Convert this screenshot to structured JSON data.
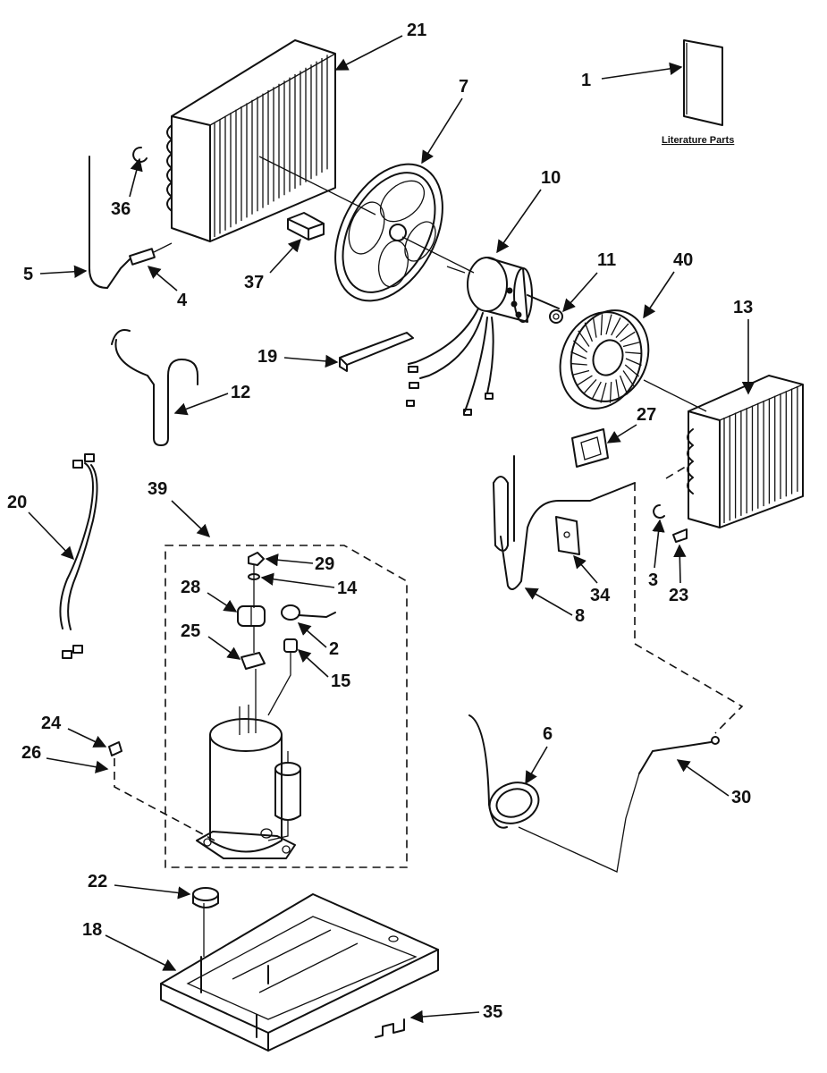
{
  "literature_label": "Literature Parts",
  "callouts": [
    {
      "number": "1"
    },
    {
      "number": "21"
    },
    {
      "number": "7"
    },
    {
      "number": "36"
    },
    {
      "number": "5"
    },
    {
      "number": "4"
    },
    {
      "number": "37"
    },
    {
      "number": "10"
    },
    {
      "number": "11"
    },
    {
      "number": "40"
    },
    {
      "number": "13"
    },
    {
      "number": "19"
    },
    {
      "number": "12"
    },
    {
      "number": "27"
    },
    {
      "number": "20"
    },
    {
      "number": "39"
    },
    {
      "number": "29"
    },
    {
      "number": "14"
    },
    {
      "number": "28"
    },
    {
      "number": "2"
    },
    {
      "number": "25"
    },
    {
      "number": "15"
    },
    {
      "number": "34"
    },
    {
      "number": "3"
    },
    {
      "number": "23"
    },
    {
      "number": "8"
    },
    {
      "number": "24"
    },
    {
      "number": "26"
    },
    {
      "number": "6"
    },
    {
      "number": "30"
    },
    {
      "number": "22"
    },
    {
      "number": "18"
    },
    {
      "number": "35"
    }
  ]
}
